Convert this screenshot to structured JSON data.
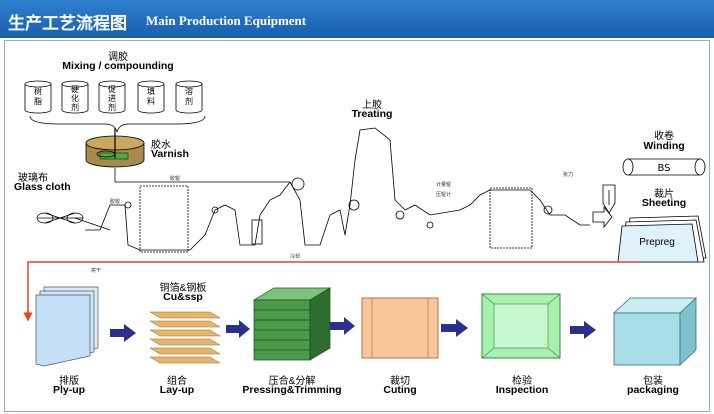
{
  "header": {
    "title_cn": "生产工艺流程图",
    "title_en": "Main Production Equipment"
  },
  "mixing": {
    "label_cn": "调胶",
    "label_en": "Mixing / compounding",
    "drums": [
      "树脂",
      "硬化剂",
      "促进剂",
      "填料",
      "溶剂"
    ]
  },
  "varnish": {
    "label_cn": "胶水",
    "label_en": "Varnish"
  },
  "glass_cloth": {
    "label_cn": "玻璃布",
    "label_en": "Glass cloth"
  },
  "treating": {
    "label_cn": "上胶",
    "label_en": "Treating"
  },
  "winding": {
    "label_cn": "收卷",
    "label_en": "Winding",
    "badge": "BS"
  },
  "sheeting": {
    "label_cn": "裁片",
    "label_en": "Sheeting",
    "sheet_label": "Prepreg"
  },
  "copper": {
    "label_cn": "铜箔&钢板",
    "label_en": "Cu&ssp"
  },
  "steps": [
    {
      "cn": "排版",
      "en": "Ply-up"
    },
    {
      "cn": "组合",
      "en": "Lay-up"
    },
    {
      "cn": "压合&分解",
      "en": "Pressing&Trimming"
    },
    {
      "cn": "裁切",
      "en": "Cuting"
    },
    {
      "cn": "检验",
      "en": "Inspection"
    },
    {
      "cn": "包装",
      "en": "packaging"
    }
  ],
  "colors": {
    "header": "#1a5fae",
    "flow_line": "#e8431c",
    "arrow": "#2d2f8f",
    "press": "#4c9a4c",
    "cutting": "#f6c59a",
    "inspection": "#a8f0b0",
    "packaging": "#a6dde6",
    "copper": "#e8b46a"
  }
}
